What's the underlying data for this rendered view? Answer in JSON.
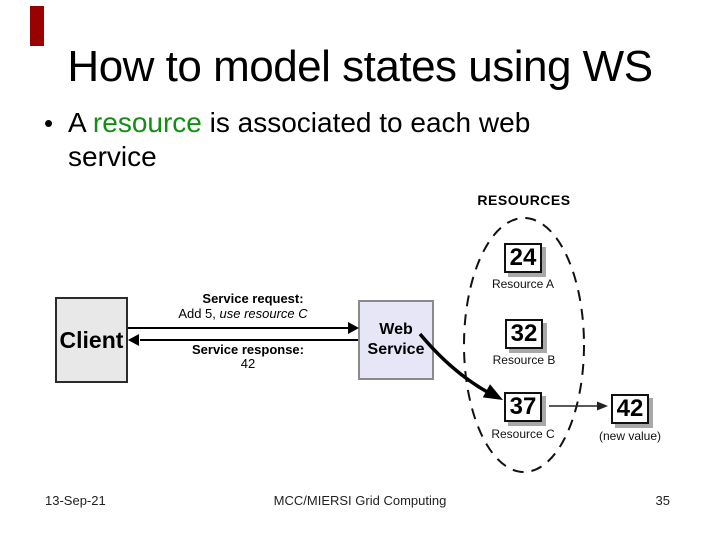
{
  "slide": {
    "title": "How to model states using WS",
    "bullet_glyph": "•",
    "bullet": {
      "pre": "A ",
      "highlight": "resource",
      "post": " is associated to each web service"
    },
    "colors": {
      "accent_bar": "#990000",
      "highlight_green": "#128f12",
      "client_fill": "#e8e8e8",
      "web_service_fill": "#e6e6f7"
    }
  },
  "diagram": {
    "client_label": "Client",
    "web_service_line1": "Web",
    "web_service_line2": "Service",
    "request_title": "Service request:",
    "request_detail_plain": "Add 5, ",
    "request_detail_italic": "use resource C",
    "response_title": "Service response:",
    "response_value": "42",
    "resources_title": "RESOURCES",
    "resources": [
      {
        "value": "24",
        "label": "Resource A"
      },
      {
        "value": "32",
        "label": "Resource B"
      },
      {
        "value": "37",
        "label": "Resource C"
      }
    ],
    "new_value": {
      "value": "42",
      "label": "(new value)"
    }
  },
  "footer": {
    "date": "13-Sep-21",
    "center": "MCC/MIERSI Grid Computing",
    "page": "35"
  }
}
